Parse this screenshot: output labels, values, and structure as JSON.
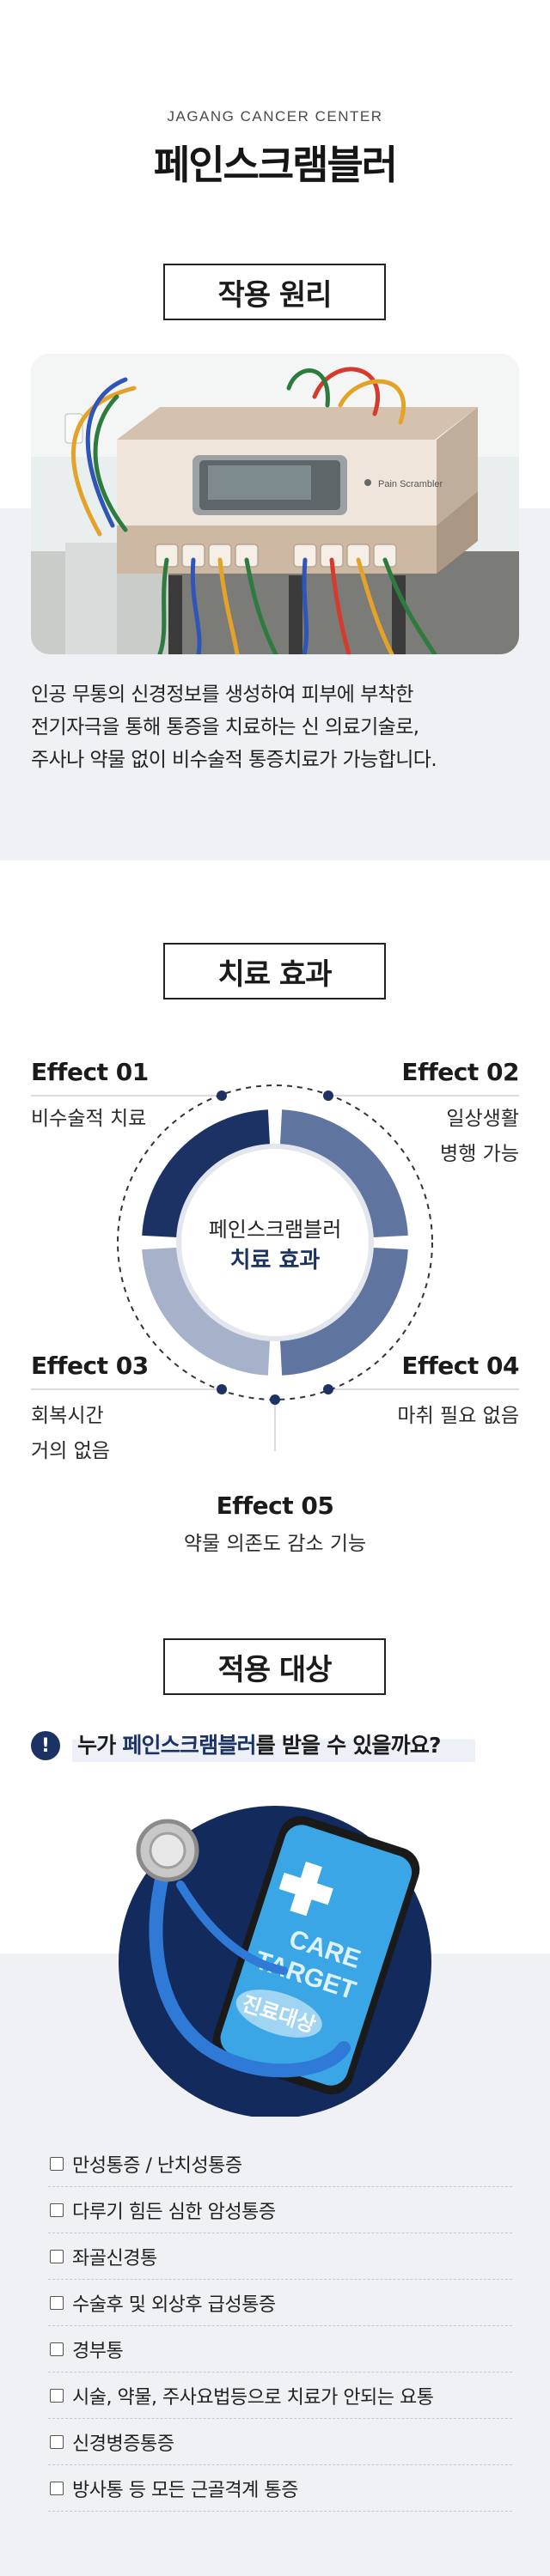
{
  "header": {
    "brand": "JAGANG CANCER CENTER",
    "title": "페인스크램블러"
  },
  "principle": {
    "heading": "작용 원리",
    "device_label": "Pain Scrambler",
    "description_lines": [
      "인공 무통의 신경정보를 생성하여 피부에 부착한",
      "전기자극을 통해 통증을 치료하는 신 의료기술로,",
      "주사나 약물 없이 비수술적 통증치료가 가능합니다."
    ]
  },
  "effects": {
    "heading": "치료 효과",
    "center_line1": "페인스크램블러",
    "center_line2": "치료 효과",
    "items": [
      {
        "title": "Effect 01",
        "text_lines": [
          "비수술적 치료"
        ]
      },
      {
        "title": "Effect 02",
        "text_lines": [
          "일상생활",
          "병행 가능"
        ]
      },
      {
        "title": "Effect 03",
        "text_lines": [
          "회복시간",
          "거의 없음"
        ]
      },
      {
        "title": "Effect 04",
        "text_lines": [
          "마취 필요 없음"
        ]
      },
      {
        "title": "Effect 05",
        "text_lines": [
          "약물 의존도 감소 기능"
        ]
      }
    ],
    "colors": {
      "dark": "#1d3264",
      "mid": "#5f749e",
      "light": "#a6b2c9"
    }
  },
  "targets": {
    "heading": "적용 대상",
    "question_prefix": "누가 ",
    "question_highlight": "페인스크램블러",
    "question_suffix": "를 받을 수 있을까요?",
    "phone_text_1": "CARE",
    "phone_text_2": "TARGET",
    "phone_badge": "진료대상",
    "items": [
      "만성통증 / 난치성통증",
      "다루기 힘든 심한 암성통증",
      "좌골신경통",
      "수술후 및 외상후 급성통증",
      "경부통",
      "시술, 약물, 주사요법등으로 치료가 안되는 요통",
      "신경병증통증",
      "방사통 등 모든 근골격계 통증"
    ]
  }
}
